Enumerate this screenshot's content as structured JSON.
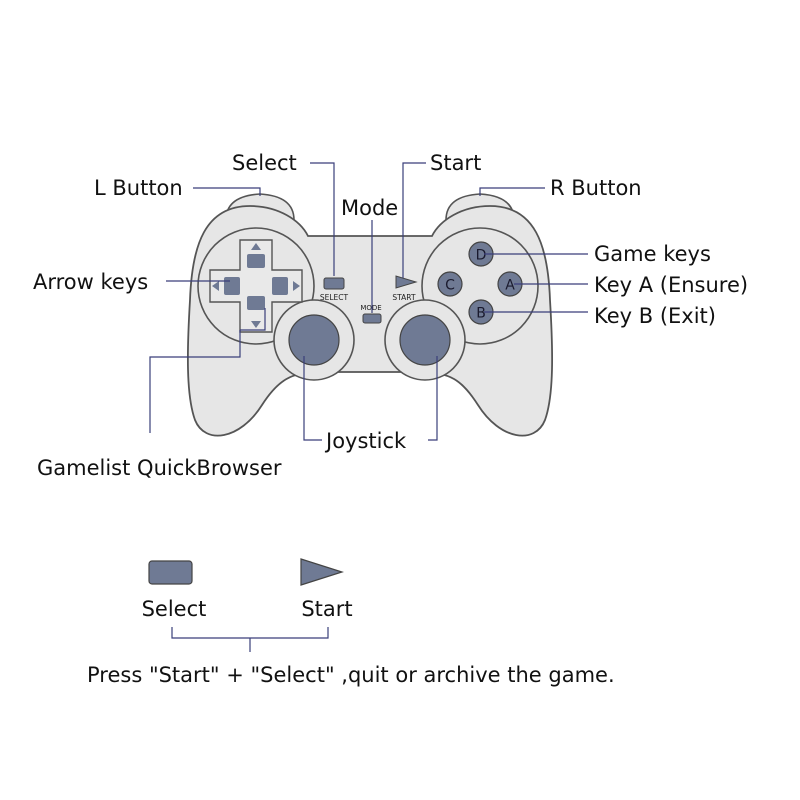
{
  "colors": {
    "body_fill": "#e6e6e6",
    "outline": "#555555",
    "accent": "#6f7a94",
    "leader": "#3a3f7a"
  },
  "labels": {
    "select": "Select",
    "start": "Start",
    "l_button": "L Button",
    "r_button": "R Button",
    "mode": "Mode",
    "game_keys": "Game keys",
    "arrow_keys": "Arrow keys",
    "key_a": "Key A (Ensure)",
    "key_b": "Key B (Exit)",
    "joystick": "Joystick",
    "gamelist": "Gamelist QuickBrowser"
  },
  "controller": {
    "select_text": "SELECT",
    "start_text": "START",
    "mode_text": "MODE",
    "keys": {
      "top": "D",
      "left": "C",
      "right": "A",
      "bottom": "B"
    }
  },
  "legend": {
    "select": "Select",
    "start": "Start",
    "instruction": "Press \"Start\" + \"Select\" ,quit or archive the game."
  }
}
